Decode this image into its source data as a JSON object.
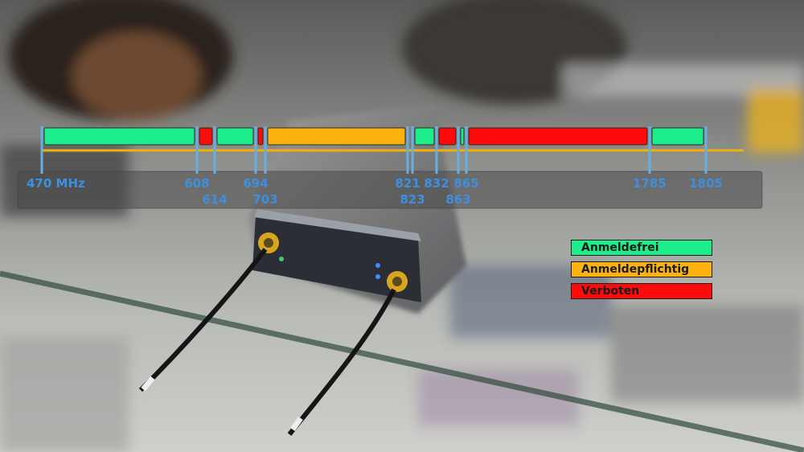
{
  "chart_data": {
    "type": "bar",
    "xlabel": "",
    "ylabel": "",
    "colors": {
      "Anmeldefrei": "#1ded8a",
      "Anmeldepflichtig": "#fdb30f",
      "Verboten": "#ff0a0a",
      "baseline": "#f0b010",
      "tick": "#6aaee0",
      "label": "#3d8fe0"
    },
    "legend": {
      "position": "right",
      "entries": [
        {
          "key": "Anmeldefrei",
          "label": "Anmeldefrei"
        },
        {
          "key": "Anmeldepflichtig",
          "label": "Anmeldepflichtig"
        },
        {
          "key": "Verboten",
          "label": "Verboten"
        }
      ]
    },
    "ticks": [
      {
        "value": 470,
        "label": "470 MHz",
        "row": 1
      },
      {
        "value": 608,
        "label": "608",
        "row": 1
      },
      {
        "value": 614,
        "label": "614",
        "row": 2
      },
      {
        "value": 694,
        "label": "694",
        "row": 1
      },
      {
        "value": 703,
        "label": "703",
        "row": 2
      },
      {
        "value": 821,
        "label": "821",
        "row": 1
      },
      {
        "value": 823,
        "label": "823",
        "row": 2
      },
      {
        "value": 832,
        "label": "832",
        "row": 1
      },
      {
        "value": 863,
        "label": "863",
        "row": 2
      },
      {
        "value": 865,
        "label": "865",
        "row": 1
      },
      {
        "value": 1785,
        "label": "1785",
        "row": 1
      },
      {
        "value": 1805,
        "label": "1805",
        "row": 1
      }
    ],
    "segments": [
      {
        "from": 470,
        "to": 608,
        "status": "Anmeldefrei"
      },
      {
        "from": 608,
        "to": 614,
        "status": "Verboten"
      },
      {
        "from": 614,
        "to": 694,
        "status": "Anmeldefrei"
      },
      {
        "from": 694,
        "to": 703,
        "status": "Verboten"
      },
      {
        "from": 703,
        "to": 821,
        "status": "Anmeldepflichtig"
      },
      {
        "from": 823,
        "to": 832,
        "status": "Anmeldefrei"
      },
      {
        "from": 832,
        "to": 863,
        "status": "Verboten"
      },
      {
        "from": 863,
        "to": 865,
        "status": "Anmeldefrei"
      },
      {
        "from": 865,
        "to": 1785,
        "status": "Verboten"
      },
      {
        "from": 1785,
        "to": 1805,
        "status": "Anmeldefrei"
      }
    ]
  }
}
